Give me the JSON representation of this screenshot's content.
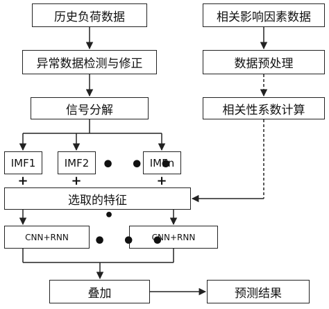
{
  "nodes": {
    "history_load": "历史负荷数据",
    "related_factors": "相关影响因素数据",
    "anomaly_detection": "异常数据检测与修正",
    "preprocessing": "数据预处理",
    "signal_decomposition": "信号分解",
    "correlation_calc": "相关性系数计算",
    "imf1": "IMF1",
    "imf2": "IMF2",
    "imfn": "IMFn",
    "selected_features": "选取的特征",
    "model_left": "CNN+RNN",
    "model_right": "CNN+RNN",
    "superposition": "叠加",
    "prediction_result": "预测结果"
  },
  "symbols": {
    "plus": "+",
    "h_ellipsis": "• • •",
    "v_ellipsis": "•"
  },
  "colors": {
    "stroke": "#222222",
    "text": "#111111",
    "background": "#ffffff"
  }
}
